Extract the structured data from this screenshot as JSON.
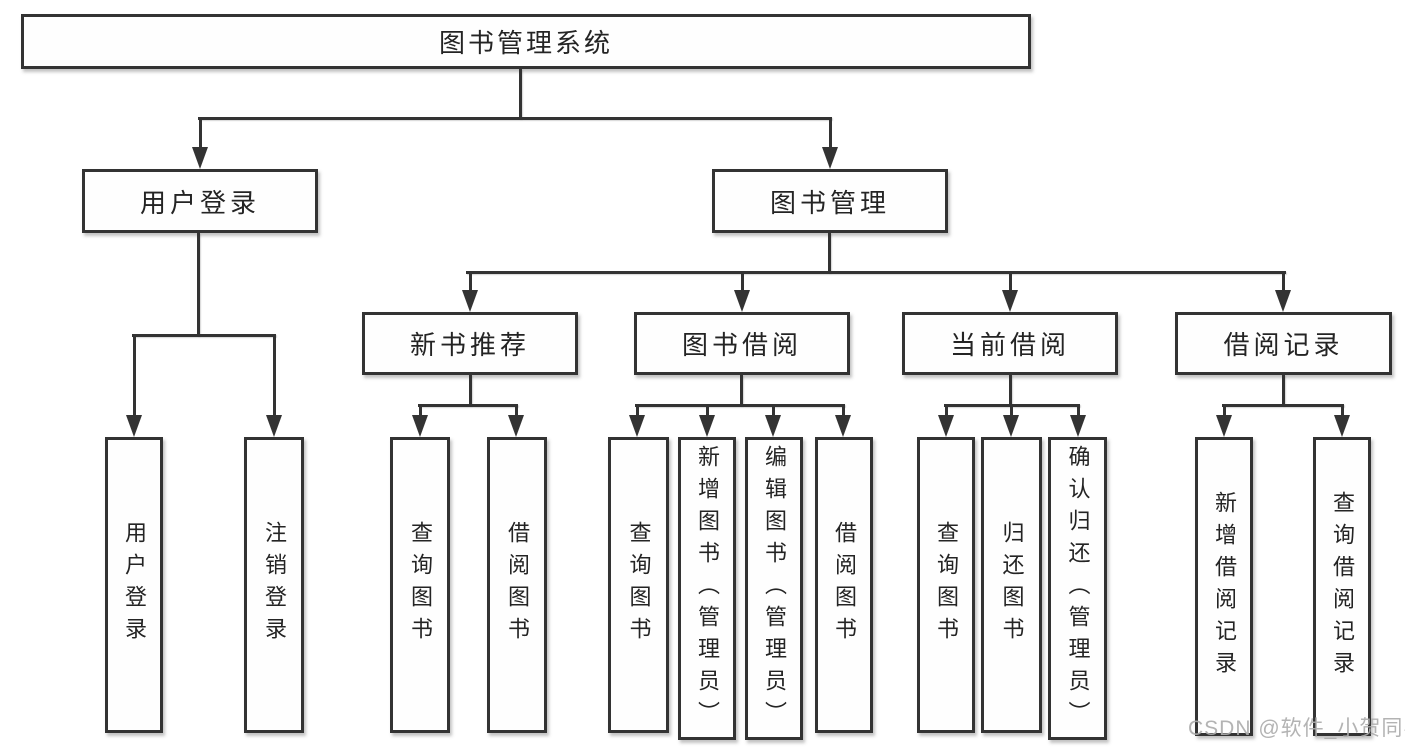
{
  "colors": {
    "line": "#333333",
    "node_border": "#333333",
    "node_fill": "#fefefe",
    "text": "#242424",
    "watermark": "#acacac",
    "background": "#ffffff"
  },
  "tree": {
    "label": "图书管理系统",
    "children": [
      {
        "label": "用户登录",
        "children": [
          {
            "label": "用户登录"
          },
          {
            "label": "注销登录"
          }
        ]
      },
      {
        "label": "图书管理",
        "children": [
          {
            "label": "新书推荐",
            "children": [
              {
                "label": "查询图书"
              },
              {
                "label": "借阅图书"
              }
            ]
          },
          {
            "label": "图书借阅",
            "children": [
              {
                "label": "查询图书"
              },
              {
                "label": "新增图书（管理员）"
              },
              {
                "label": "编辑图书（管理员）"
              },
              {
                "label": "借阅图书"
              }
            ]
          },
          {
            "label": "当前借阅",
            "children": [
              {
                "label": "查询图书"
              },
              {
                "label": "归还图书"
              },
              {
                "label": "确认归还（管理员）"
              }
            ]
          },
          {
            "label": "借阅记录",
            "children": [
              {
                "label": "新增借阅记录"
              },
              {
                "label": "查询借阅记录"
              }
            ]
          }
        ]
      }
    ]
  },
  "watermark": {
    "text": "CSDN @软件_小贺同学"
  }
}
